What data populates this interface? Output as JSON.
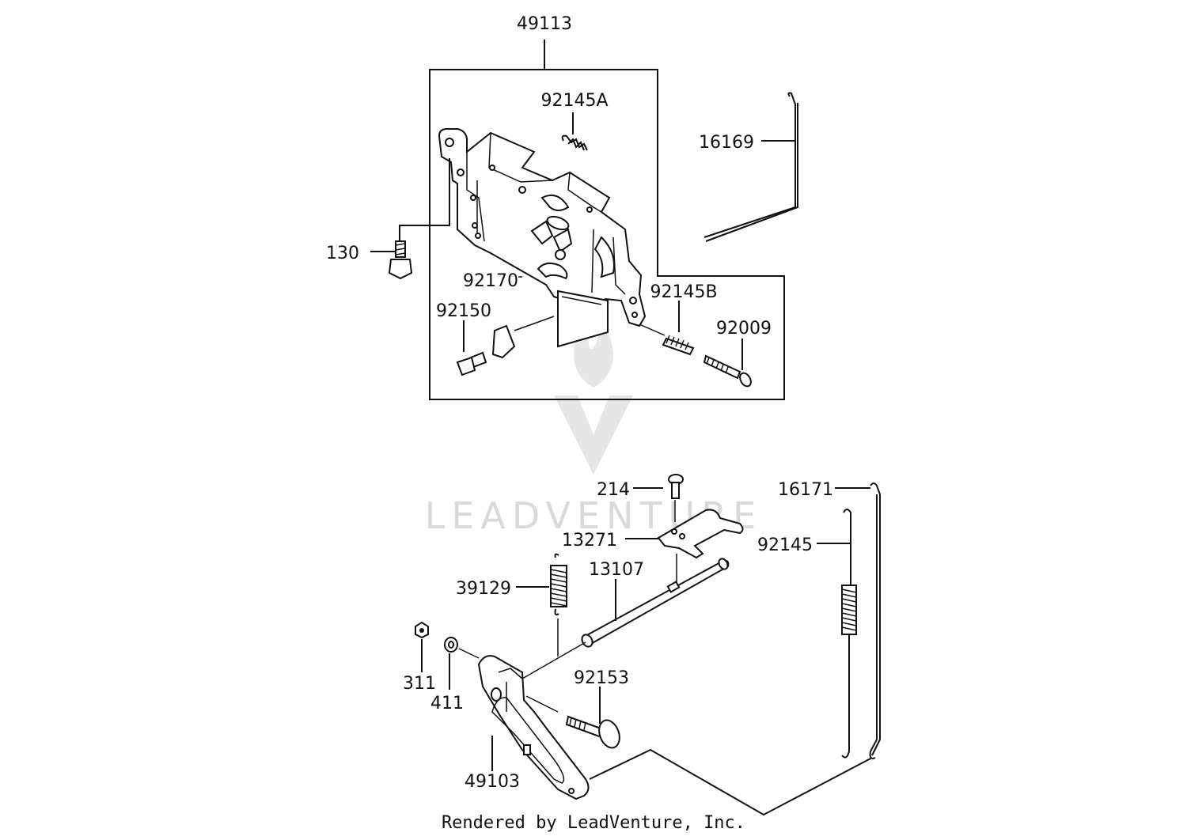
{
  "diagram": {
    "callouts": {
      "p49113": "49113",
      "p92145A": "92145A",
      "p16169": "16169",
      "p130": "130",
      "p92170": "92170",
      "p92145B": "92145B",
      "p92150": "92150",
      "p92009": "92009",
      "p214": "214",
      "p16171": "16171",
      "p13271": "13271",
      "p92145": "92145",
      "p13107": "13107",
      "p39129": "39129",
      "p92153": "92153",
      "p311": "311",
      "p411": "411",
      "p49103": "49103"
    },
    "watermark": "LEADVENTURE",
    "footer": "Rendered by LeadVenture, Inc."
  },
  "colors": {
    "line": "#111111",
    "watermark": "#d9d9d9",
    "background": "#ffffff"
  }
}
